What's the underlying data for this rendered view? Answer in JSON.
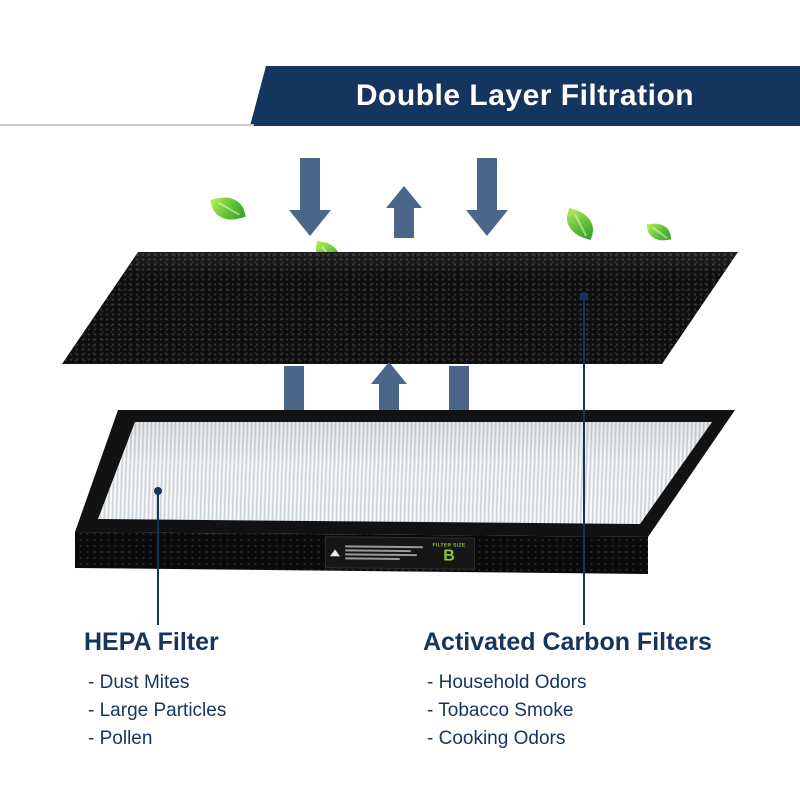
{
  "title": "Double Layer Filtration",
  "colors": {
    "banner_navy": "#14355e",
    "arrow_blue": "#4a6688",
    "leaf_green": "#58bc34",
    "sticker_green": "#8bc53f",
    "caption_navy": "#14355e"
  },
  "hepa": {
    "heading": "HEPA Filter",
    "items": [
      "- Dust Mites",
      "- Large Particles",
      "- Pollen"
    ]
  },
  "carbon": {
    "heading": "Activated Carbon Filters",
    "items": [
      "- Household Odors",
      "- Tobacco Smoke",
      "- Cooking Odors"
    ]
  },
  "sticker": {
    "header": "FILTER SIZE",
    "size_letter": "B"
  }
}
